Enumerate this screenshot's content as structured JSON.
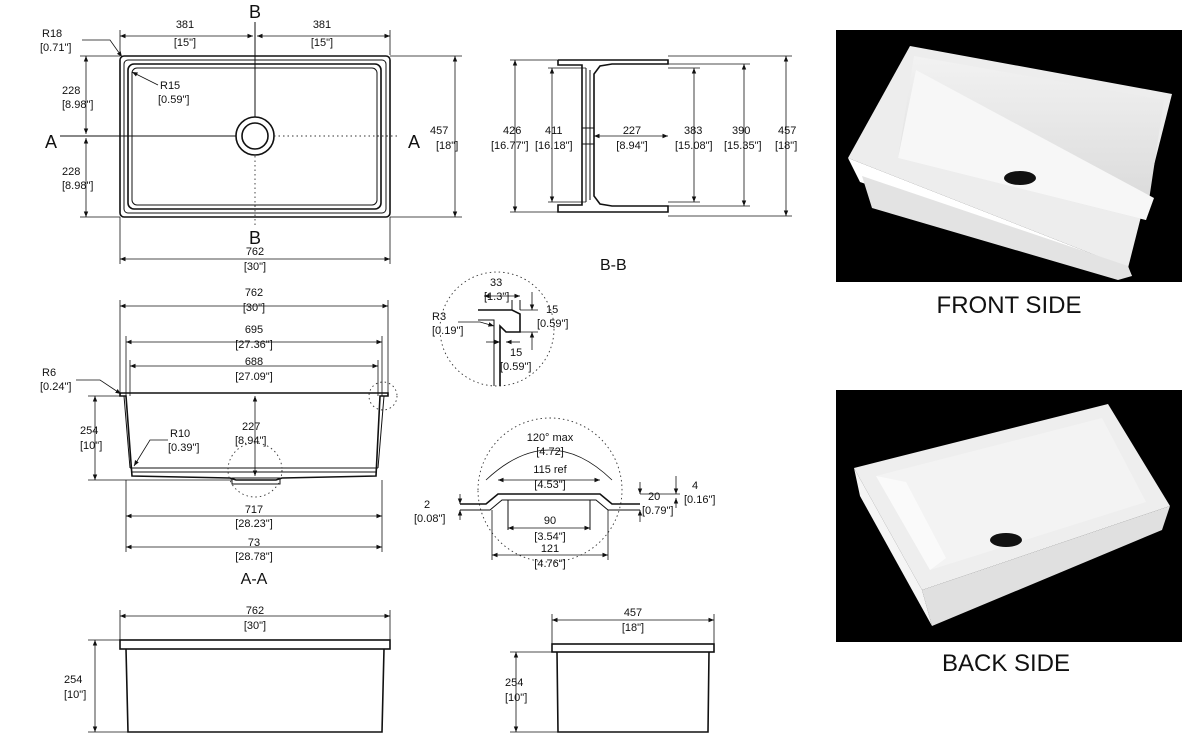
{
  "plan_view": {
    "half_width_left": "381",
    "half_width_left_in": "[15\"]",
    "half_width_right": "381",
    "half_width_right_in": "[15\"]",
    "corner_radius": "R18",
    "corner_radius_in": "[0.71\"]",
    "inner_radius": "R15",
    "inner_radius_in": "[0.59\"]",
    "half_depth_top": "228",
    "half_depth_top_in": "[8.98\"]",
    "half_depth_bottom": "228",
    "half_depth_bottom_in": "[8.98\"]",
    "depth": "457",
    "depth_in": "[18\"]",
    "width": "762",
    "width_in": "[30\"]",
    "section_a": "A",
    "section_b": "B"
  },
  "section_bb": {
    "title": "B-B",
    "d426": "426",
    "d426_in": "[16.77\"]",
    "d411": "411",
    "d411_in": "[16.18\"]",
    "d227": "227",
    "d227_in": "[8.94\"]",
    "d383": "383",
    "d383_in": "[15.08\"]",
    "d390": "390",
    "d390_in": "[15.35\"]",
    "d457": "457",
    "d457_in": "[18\"]"
  },
  "section_aa": {
    "title": "A-A",
    "w762": "762",
    "w762_in": "[30\"]",
    "w695": "695",
    "w695_in": "[27.36\"]",
    "w688": "688",
    "w688_in": "[27.09\"]",
    "r6": "R6",
    "r6_in": "[0.24\"]",
    "h254": "254",
    "h254_in": "[10\"]",
    "r10": "R10",
    "r10_in": "[0.39\"]",
    "d227": "227",
    "d227_in": "[8.94\"]",
    "w717": "717",
    "w717_in": "[28.23\"]",
    "w73": "73",
    "w73_in": "[28.78\"]"
  },
  "detail_rim": {
    "d33": "33",
    "d33_in": "[1.3\"]",
    "r3": "R3",
    "r3_in": "[0.19\"]",
    "d15a": "15",
    "d15a_in": "[0.59\"]",
    "d15b": "15",
    "d15b_in": "[0.59\"]"
  },
  "detail_drain": {
    "angle": "120° max",
    "angle_in": "[4.72]",
    "ref": "115 ref",
    "ref_in": "[4.53\"]",
    "d4": "4",
    "d4_in": "[0.16\"]",
    "d20": "20",
    "d20_in": "[0.79\"]",
    "d2": "2",
    "d2_in": "[0.08\"]",
    "d90": "90",
    "d90_in": "[3.54\"]",
    "d121": "121",
    "d121_in": "[4.76\"]"
  },
  "front_view": {
    "width": "762",
    "width_in": "[30\"]",
    "height": "254",
    "height_in": "[10\"]"
  },
  "side_view": {
    "width": "457",
    "width_in": "[18\"]",
    "height": "254",
    "height_in": "[10\"]"
  },
  "photos": {
    "front_caption": "FRONT SIDE",
    "back_caption": "BACK SIDE",
    "background": "#000000",
    "sink_color": "#ffffff"
  }
}
